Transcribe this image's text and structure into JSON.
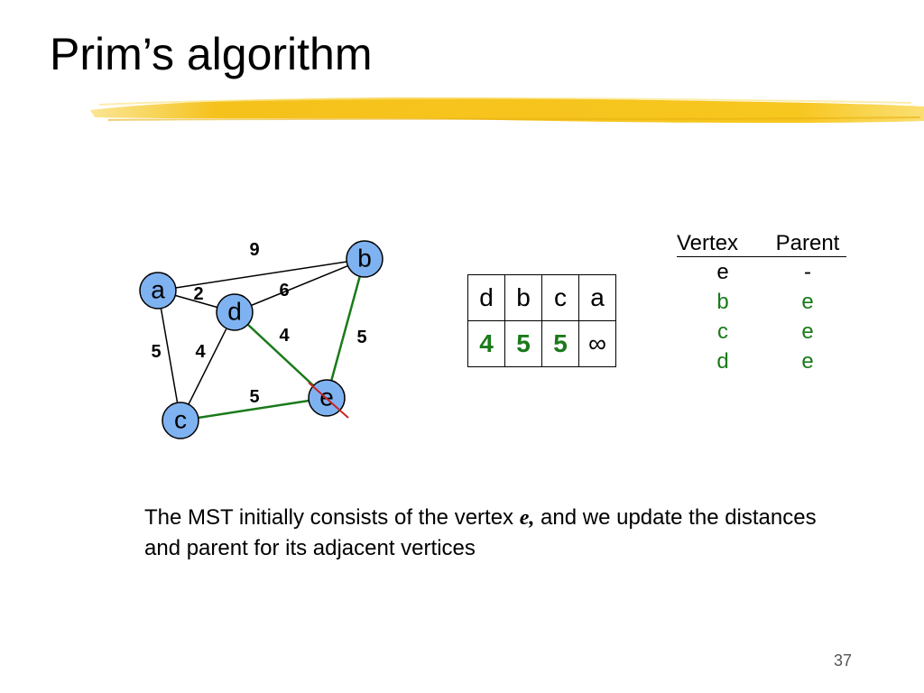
{
  "slide": {
    "title": "Prim’s algorithm",
    "caption_pre": "The MST initially consists of the vertex ",
    "caption_var": "e,",
    "caption_post": " and we update the distances and parent for its adjacent vertices",
    "page_number": "37"
  },
  "graph": {
    "nodes": [
      {
        "id": "a",
        "label": "a"
      },
      {
        "id": "b",
        "label": "b"
      },
      {
        "id": "c",
        "label": "c"
      },
      {
        "id": "d",
        "label": "d"
      },
      {
        "id": "e",
        "label": "e"
      }
    ],
    "edges": [
      {
        "from": "a",
        "to": "b",
        "weight": "9",
        "in_tree": false
      },
      {
        "from": "a",
        "to": "d",
        "weight": "2",
        "in_tree": false
      },
      {
        "from": "d",
        "to": "b",
        "weight": "6",
        "in_tree": false
      },
      {
        "from": "a",
        "to": "c",
        "weight": "5",
        "in_tree": false
      },
      {
        "from": "c",
        "to": "d",
        "weight": "4",
        "in_tree": false
      },
      {
        "from": "d",
        "to": "e",
        "weight": "4",
        "in_tree": true
      },
      {
        "from": "b",
        "to": "e",
        "weight": "5",
        "in_tree": true
      },
      {
        "from": "c",
        "to": "e",
        "weight": "5",
        "in_tree": true
      }
    ],
    "crossed_out_node": "e",
    "tree_edge_color": "#1a7a1a",
    "cross_color": "#cc2222",
    "node_fill": "#7fb2f0"
  },
  "priority_queue": {
    "vertices": [
      "d",
      "b",
      "c",
      "a"
    ],
    "distances": [
      "4",
      "5",
      "5",
      "∞"
    ]
  },
  "parent_table": {
    "headers": [
      "Vertex",
      "Parent"
    ],
    "rows": [
      {
        "vertex": "e",
        "parent": "-",
        "updated": false
      },
      {
        "vertex": "b",
        "parent": "e",
        "updated": true
      },
      {
        "vertex": "c",
        "parent": "e",
        "updated": true
      },
      {
        "vertex": "d",
        "parent": "e",
        "updated": true
      }
    ]
  }
}
